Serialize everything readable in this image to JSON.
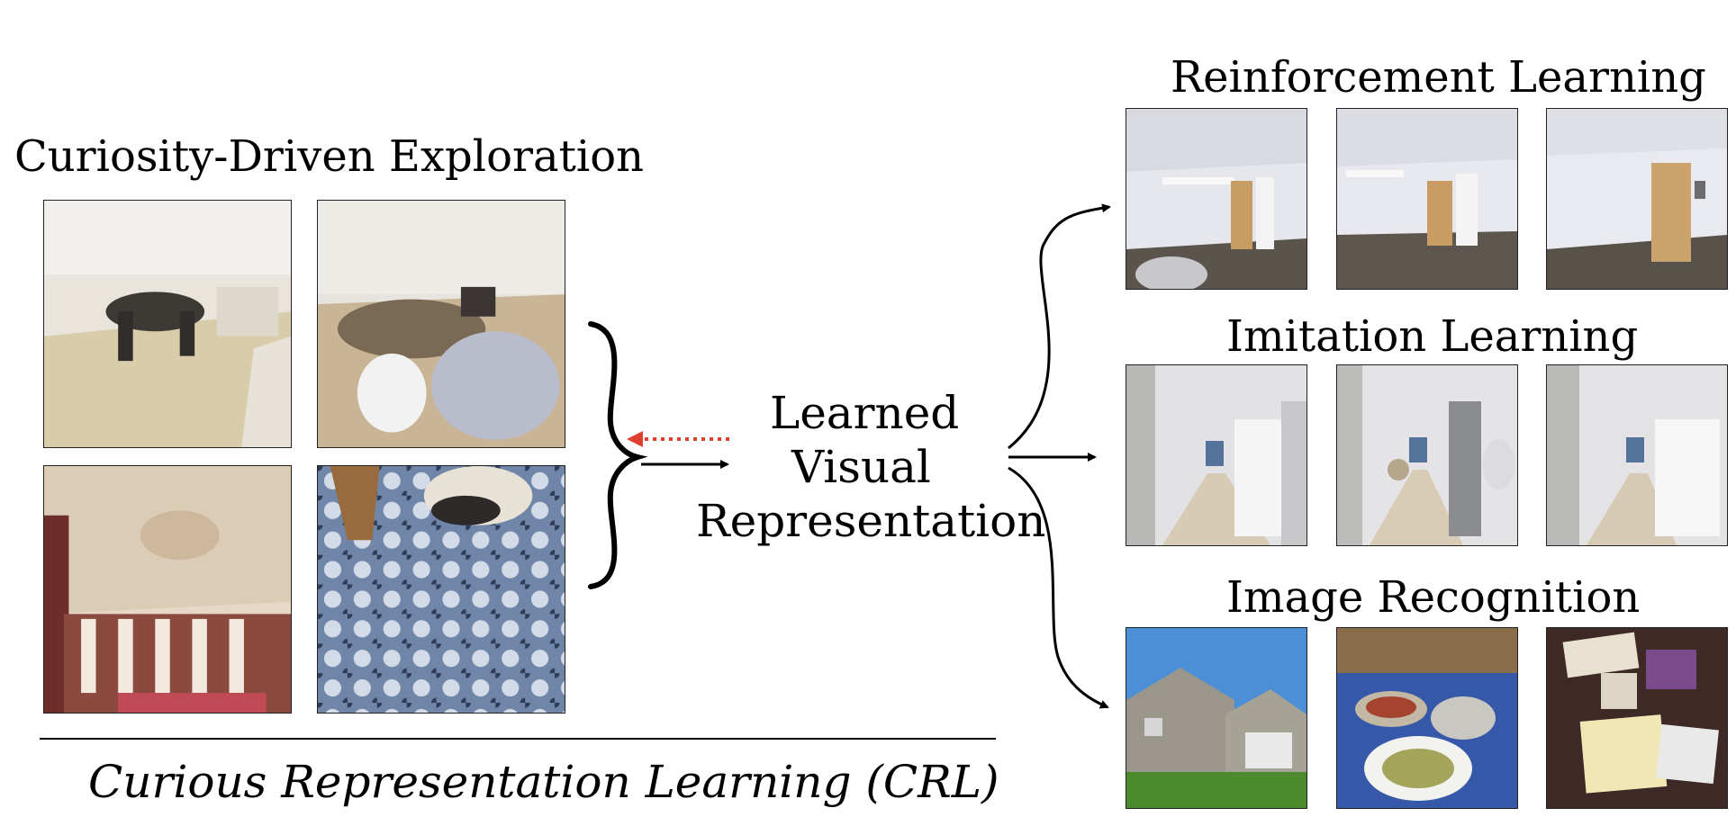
{
  "left_panel": {
    "title": "Curiosity-Driven Exploration",
    "caption": "Curious Representation Learning (CRL)",
    "exploration_images": [
      {
        "scene": "indoor living room with table and chairs"
      },
      {
        "scene": "indoor room with rug and sofa"
      },
      {
        "scene": "ornate ceiling with windows"
      },
      {
        "scene": "patterned carpet with chair"
      }
    ]
  },
  "center": {
    "line1": "Learned",
    "line2": "Visual",
    "line3": "Representation"
  },
  "right_panel": {
    "tasks": [
      {
        "title": "Reinforcement Learning",
        "images": [
          {
            "scene": "hallway with door"
          },
          {
            "scene": "hallway with door"
          },
          {
            "scene": "hallway with door"
          }
        ]
      },
      {
        "title": "Imitation Learning",
        "images": [
          {
            "scene": "kitchen corridor"
          },
          {
            "scene": "kitchen corridor"
          },
          {
            "scene": "kitchen corridor"
          }
        ]
      },
      {
        "title": "Image Recognition",
        "images": [
          {
            "scene": "house exterior"
          },
          {
            "scene": "table with food"
          },
          {
            "scene": "desk with papers"
          }
        ]
      }
    ]
  },
  "colors": {
    "feedback_arrow": "#e0402e",
    "forward_arrow": "#000000"
  }
}
